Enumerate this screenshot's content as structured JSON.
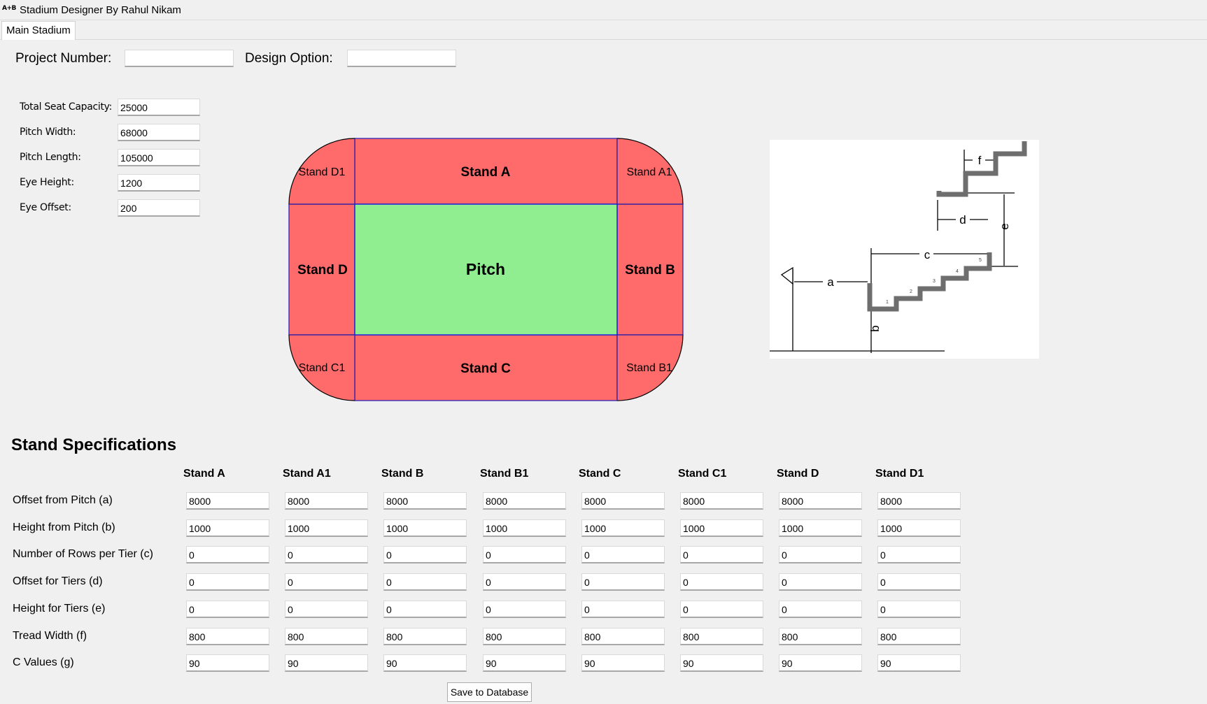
{
  "window": {
    "title": "Stadium Designer By Rahul Nikam",
    "icon_text": "A+B"
  },
  "tabs": [
    {
      "label": "Main Stadium"
    }
  ],
  "project": {
    "project_number_label": "Project Number:",
    "project_number_value": "",
    "design_option_label": "Design Option:",
    "design_option_value": ""
  },
  "params": [
    {
      "label": "Total Seat Capacity:",
      "value": "25000"
    },
    {
      "label": "Pitch Width:",
      "value": "68000"
    },
    {
      "label": "Pitch Length:",
      "value": "105000"
    },
    {
      "label": "Eye Height:",
      "value": "1200"
    },
    {
      "label": "Eye Offset:",
      "value": "200"
    }
  ],
  "layout": {
    "stand_color": "#ff6b6b",
    "pitch_color": "#90ee90",
    "labels": {
      "stand_a": "Stand A",
      "stand_b": "Stand B",
      "stand_c": "Stand C",
      "stand_d": "Stand D",
      "stand_a1": "Stand A1",
      "stand_b1": "Stand B1",
      "stand_c1": "Stand C1",
      "stand_d1": "Stand D1",
      "pitch": "Pitch"
    }
  },
  "diagram": {
    "labels": {
      "a": "a",
      "b": "b",
      "c": "c",
      "d": "d",
      "e": "e",
      "f": "f"
    },
    "steps": [
      "1",
      "2",
      "3",
      "4",
      "5"
    ]
  },
  "specs": {
    "heading": "Stand Specifications",
    "columns": [
      "Stand A",
      "Stand A1",
      "Stand B",
      "Stand B1",
      "Stand C",
      "Stand C1",
      "Stand D",
      "Stand D1"
    ],
    "rows": [
      {
        "label": "Offset from Pitch (a)",
        "values": [
          "8000",
          "8000",
          "8000",
          "8000",
          "8000",
          "8000",
          "8000",
          "8000"
        ]
      },
      {
        "label": "Height from Pitch (b)",
        "values": [
          "1000",
          "1000",
          "1000",
          "1000",
          "1000",
          "1000",
          "1000",
          "1000"
        ]
      },
      {
        "label": "Number of Rows per Tier (c)",
        "values": [
          "0",
          "0",
          "0",
          "0",
          "0",
          "0",
          "0",
          "0"
        ]
      },
      {
        "label": "Offset for Tiers (d)",
        "values": [
          "0",
          "0",
          "0",
          "0",
          "0",
          "0",
          "0",
          "0"
        ]
      },
      {
        "label": "Height for Tiers (e)",
        "values": [
          "0",
          "0",
          "0",
          "0",
          "0",
          "0",
          "0",
          "0"
        ]
      },
      {
        "label": "Tread Width (f)",
        "values": [
          "800",
          "800",
          "800",
          "800",
          "800",
          "800",
          "800",
          "800"
        ]
      },
      {
        "label": "C Values (g)",
        "values": [
          "90",
          "90",
          "90",
          "90",
          "90",
          "90",
          "90",
          "90"
        ]
      }
    ],
    "save_label": "Save to Database"
  }
}
